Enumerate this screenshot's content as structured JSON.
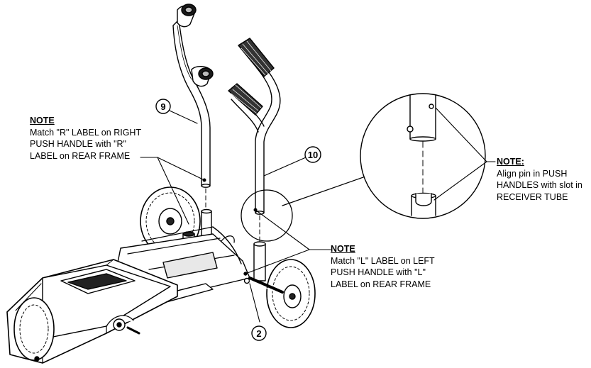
{
  "notes": {
    "right": {
      "heading": "NOTE",
      "lines": [
        "Match \"R\" LABEL on RIGHT",
        "PUSH HANDLE with \"R\"",
        "LABEL on REAR FRAME"
      ]
    },
    "left": {
      "heading": "NOTE",
      "lines": [
        "Match \"L\" LABEL on LEFT",
        "PUSH HANDLE with \"L\"",
        "LABEL on REAR FRAME"
      ]
    },
    "pin": {
      "heading": "NOTE:",
      "lines": [
        "Align pin in PUSH",
        "HANDLES with slot in",
        "RECEIVER TUBE"
      ]
    }
  },
  "callouts": {
    "part_9": "9",
    "part_10": "10",
    "part_2": "2"
  }
}
